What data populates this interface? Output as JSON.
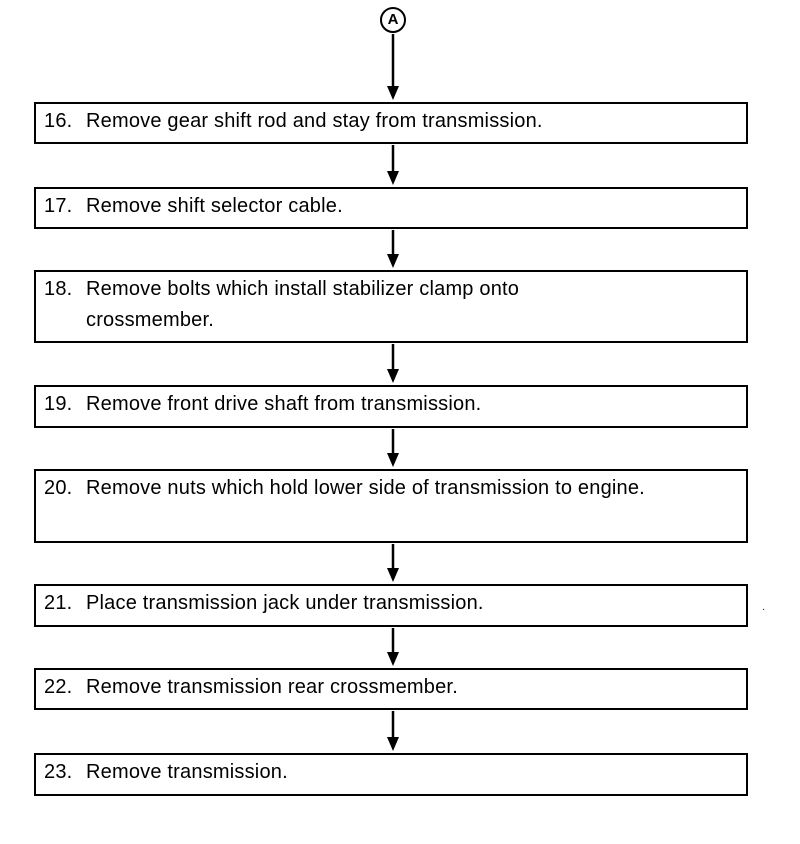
{
  "connector": {
    "label": "A"
  },
  "steps": [
    {
      "number": "16.",
      "text": "Remove gear shift rod and stay from transmission."
    },
    {
      "number": "17.",
      "text": "Remove shift selector cable."
    },
    {
      "number": "18.",
      "text": "Remove bolts which install stabilizer clamp onto crossmember."
    },
    {
      "number": "19.",
      "text": "Remove front drive shaft from transmission."
    },
    {
      "number": "20.",
      "text": "Remove nuts which hold lower side of transmission to engine."
    },
    {
      "number": "21.",
      "text": "Place transmission jack under transmission."
    },
    {
      "number": "22.",
      "text": "Remove transmission rear crossmember."
    },
    {
      "number": "23.",
      "text": "Remove transmission."
    }
  ],
  "stray_mark": "·"
}
